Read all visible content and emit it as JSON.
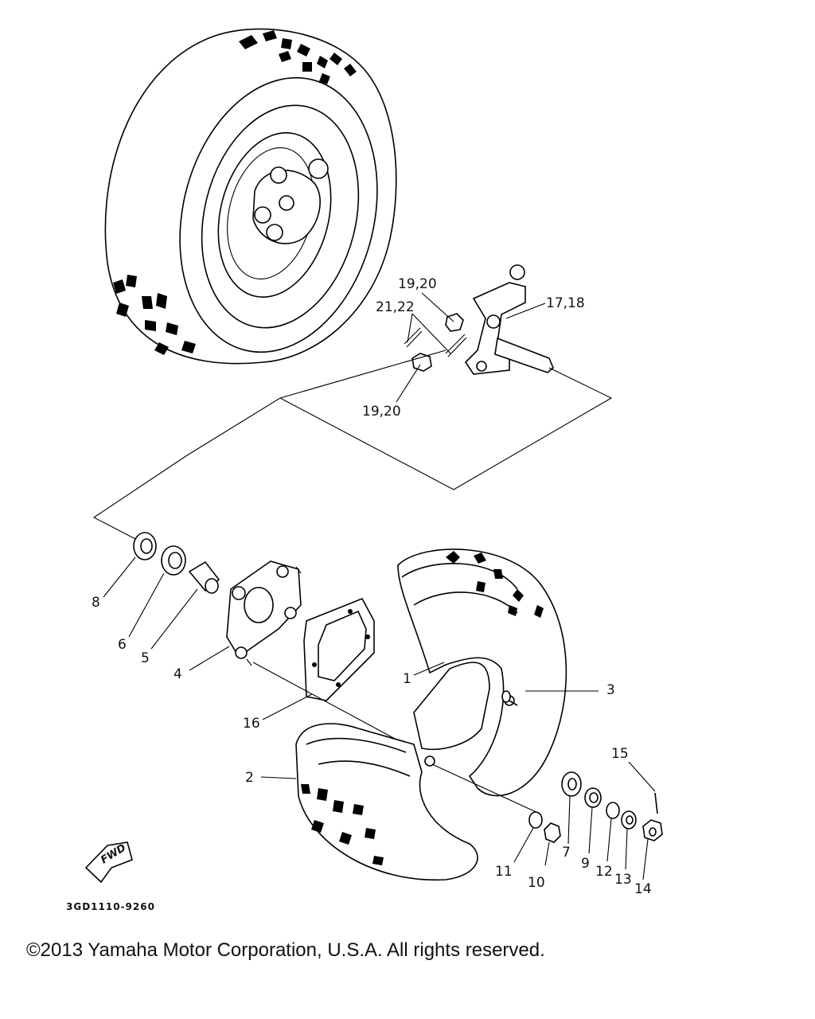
{
  "diagram": {
    "code": "3GD1110-9260",
    "fwd_label": "FWD",
    "callouts": [
      {
        "id": "c1",
        "text": "1"
      },
      {
        "id": "c2",
        "text": "2"
      },
      {
        "id": "c3",
        "text": "3"
      },
      {
        "id": "c4",
        "text": "4"
      },
      {
        "id": "c5",
        "text": "5"
      },
      {
        "id": "c6",
        "text": "6"
      },
      {
        "id": "c7",
        "text": "7"
      },
      {
        "id": "c8",
        "text": "8"
      },
      {
        "id": "c9",
        "text": "9"
      },
      {
        "id": "c10",
        "text": "10"
      },
      {
        "id": "c11",
        "text": "11"
      },
      {
        "id": "c12",
        "text": "12"
      },
      {
        "id": "c13",
        "text": "13"
      },
      {
        "id": "c14",
        "text": "14"
      },
      {
        "id": "c15",
        "text": "15"
      },
      {
        "id": "c16",
        "text": "16"
      },
      {
        "id": "c17",
        "text": "17,18"
      },
      {
        "id": "c19a",
        "text": "19,20"
      },
      {
        "id": "c19b",
        "text": "19,20"
      },
      {
        "id": "c21",
        "text": "21,22"
      }
    ]
  },
  "footer": {
    "copyright": "©2013 Yamaha Motor Corporation, U.S.A. All rights reserved."
  }
}
